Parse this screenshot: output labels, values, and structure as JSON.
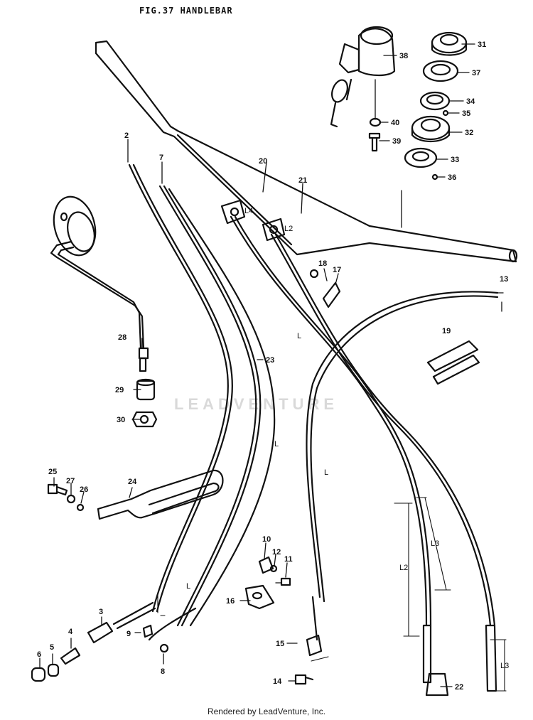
{
  "figure": {
    "title": "FIG.37  HANDLEBAR"
  },
  "watermark": "LEADVENTURE",
  "footer": "Rendered by LeadVenture, Inc.",
  "callouts": [
    "2",
    "7",
    "20",
    "21",
    "38",
    "31",
    "37",
    "34",
    "35",
    "32",
    "33",
    "36",
    "40",
    "39",
    "18",
    "17",
    "13",
    "19",
    "28",
    "23",
    "29",
    "30",
    "25",
    "27",
    "26",
    "24",
    "10",
    "12",
    "11",
    "16",
    "3",
    "4",
    "5",
    "6",
    "9",
    "8",
    "15",
    "14",
    "22"
  ],
  "dimension_labels": [
    "L4",
    "L2",
    "L",
    "L",
    "L",
    "L",
    "L2",
    "L3",
    "L3"
  ]
}
